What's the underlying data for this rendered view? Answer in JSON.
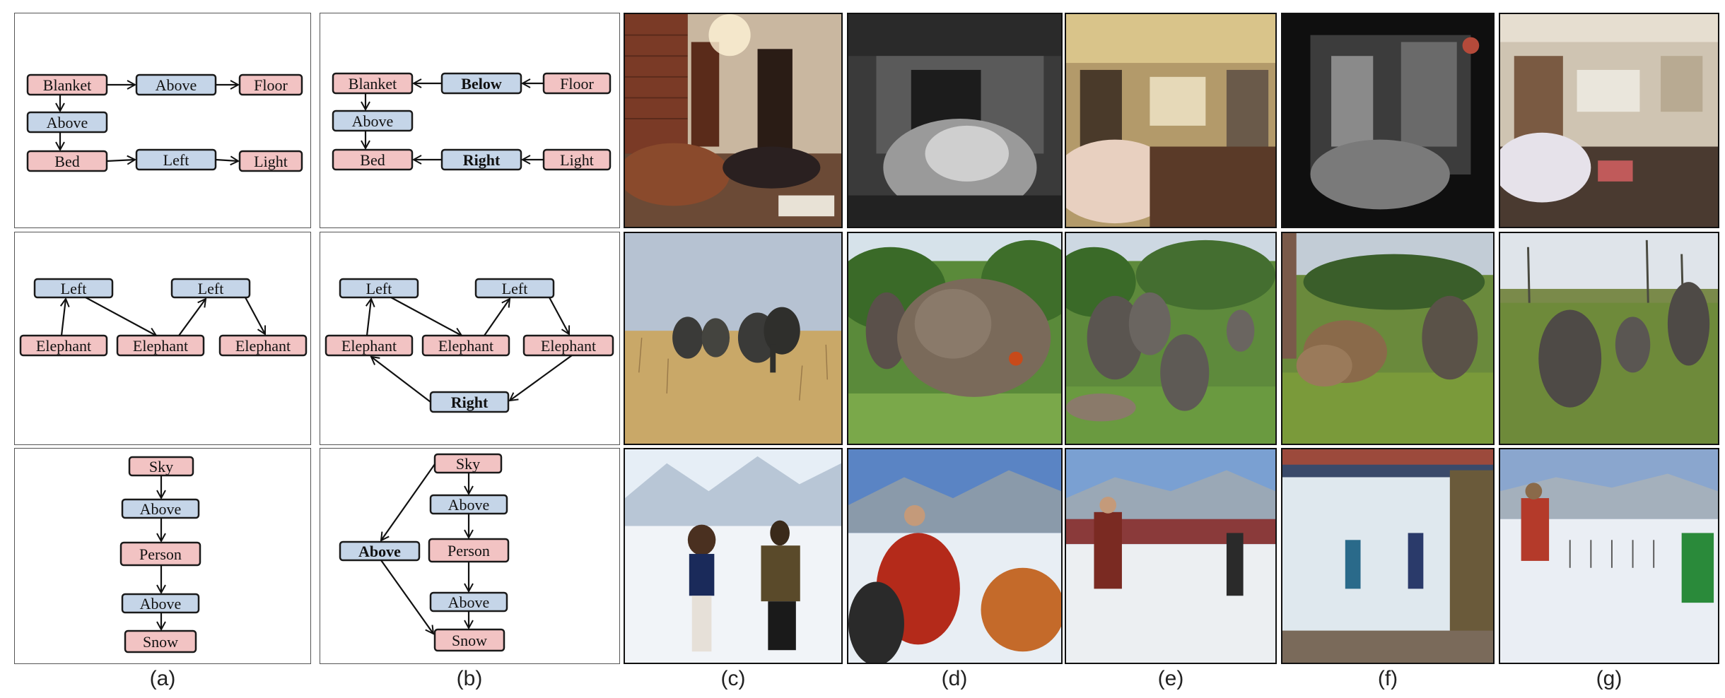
{
  "colors": {
    "object_fill": "#f2c3c3",
    "relation_fill": "#c5d5e8",
    "border": "#1a1a1a"
  },
  "graphs": {
    "a1": {
      "blanket": "Blanket",
      "above": "Above",
      "floor": "Floor",
      "above2": "Above",
      "bed": "Bed",
      "left": "Left",
      "light": "Light"
    },
    "b1": {
      "blanket": "Blanket",
      "below": "Below",
      "floor": "Floor",
      "above": "Above",
      "bed": "Bed",
      "right": "Right",
      "light": "Light"
    },
    "a2": {
      "left1": "Left",
      "left2": "Left",
      "elephant1": "Elephant",
      "elephant2": "Elephant",
      "elephant3": "Elephant"
    },
    "b2": {
      "left1": "Left",
      "left2": "Left",
      "elephant1": "Elephant",
      "elephant2": "Elephant",
      "elephant3": "Elephant",
      "right": "Right"
    },
    "a3": {
      "sky": "Sky",
      "above1": "Above",
      "person": "Person",
      "above2": "Above",
      "snow": "Snow"
    },
    "b3": {
      "sky": "Sky",
      "above_side": "Above",
      "above1": "Above",
      "person": "Person",
      "above2": "Above",
      "snow": "Snow"
    }
  },
  "images": [
    {
      "row": 1,
      "col": "c",
      "content": "bedroom-photo"
    },
    {
      "row": 1,
      "col": "d",
      "content": "bedroom-generated"
    },
    {
      "row": 1,
      "col": "e",
      "content": "bedroom-generated"
    },
    {
      "row": 1,
      "col": "f",
      "content": "bedroom-generated"
    },
    {
      "row": 1,
      "col": "g",
      "content": "bedroom-generated"
    },
    {
      "row": 2,
      "col": "c",
      "content": "elephants-photo"
    },
    {
      "row": 2,
      "col": "d",
      "content": "elephants-generated"
    },
    {
      "row": 2,
      "col": "e",
      "content": "elephants-generated"
    },
    {
      "row": 2,
      "col": "f",
      "content": "elephants-generated"
    },
    {
      "row": 2,
      "col": "g",
      "content": "elephants-generated"
    },
    {
      "row": 3,
      "col": "c",
      "content": "skiers-photo"
    },
    {
      "row": 3,
      "col": "d",
      "content": "skiers-generated"
    },
    {
      "row": 3,
      "col": "e",
      "content": "skiers-generated"
    },
    {
      "row": 3,
      "col": "f",
      "content": "skiers-generated"
    },
    {
      "row": 3,
      "col": "g",
      "content": "skiers-generated"
    }
  ],
  "captions": {
    "a": "(a)",
    "b": "(b)",
    "c": "(c)",
    "d": "(d)",
    "e": "(e)",
    "f": "(f)",
    "g": "(g)"
  }
}
